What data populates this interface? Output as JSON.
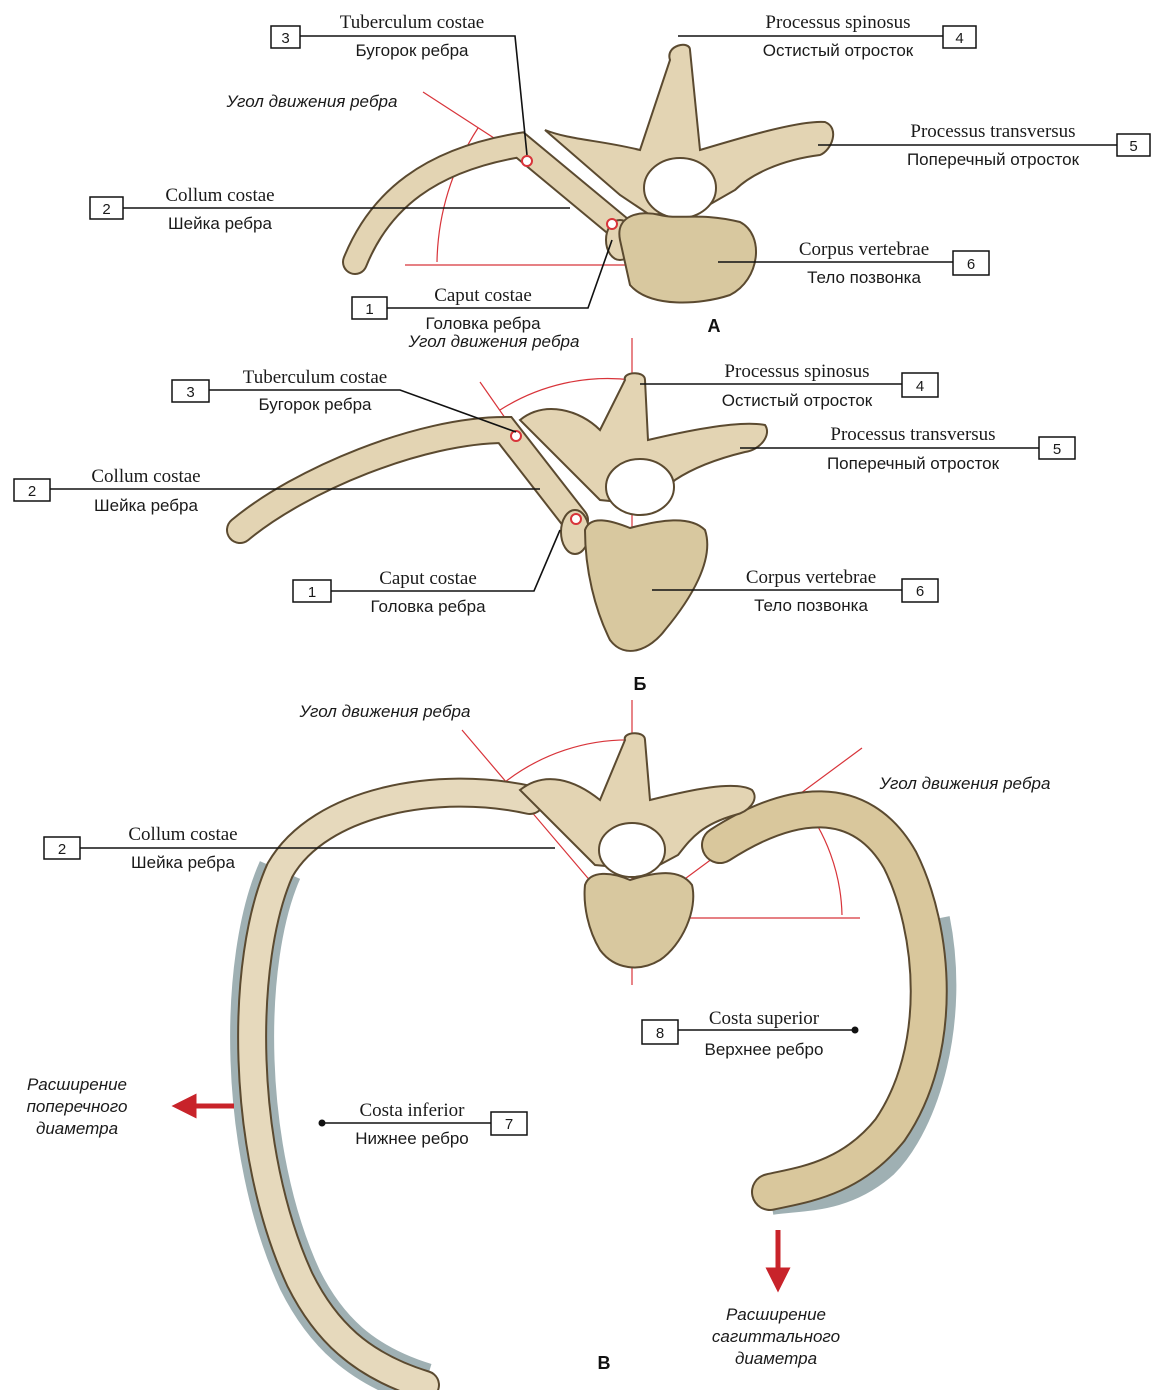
{
  "colors": {
    "bone": "#e3d4b3",
    "bone_outline": "#5b4a30",
    "cartilage": "#9fb0b3",
    "angle_lines": "#d8343a",
    "arrow": "#c8232a"
  },
  "panels": {
    "a": {
      "letter": "А",
      "angle_label": "Угол движения ребра",
      "labels": [
        {
          "num": "3",
          "lat": "Tuberculum costae",
          "rus": "Бугорок ребра"
        },
        {
          "num": "4",
          "lat": "Processus spinosus",
          "rus": "Остистый отросток"
        },
        {
          "num": "5",
          "lat": "Processus transversus",
          "rus": "Поперечный отросток"
        },
        {
          "num": "2",
          "lat": "Collum costae",
          "rus": "Шейка ребра"
        },
        {
          "num": "6",
          "lat": "Corpus vertebrae",
          "rus": "Тело позвонка"
        },
        {
          "num": "1",
          "lat": "Caput costae",
          "rus": "Головка ребра"
        }
      ]
    },
    "b": {
      "letter": "Б",
      "angle_label": "Угол движения ребра",
      "labels": [
        {
          "num": "3",
          "lat": "Tuberculum costae",
          "rus": "Бугорок ребра"
        },
        {
          "num": "4",
          "lat": "Processus spinosus",
          "rus": "Остистый отросток"
        },
        {
          "num": "5",
          "lat": "Processus transversus",
          "rus": "Поперечный отросток"
        },
        {
          "num": "2",
          "lat": "Collum costae",
          "rus": "Шейка ребра"
        },
        {
          "num": "1",
          "lat": "Caput costae",
          "rus": "Головка ребра"
        },
        {
          "num": "6",
          "lat": "Corpus vertebrae",
          "rus": "Тело позвонка"
        }
      ]
    },
    "c": {
      "letter": "В",
      "angle_label_left": "Угол движения ребра",
      "angle_label_right": "Угол движения ребра",
      "labels": [
        {
          "num": "2",
          "lat": "Collum costae",
          "rus": "Шейка ребра"
        },
        {
          "num": "8",
          "lat": "Costa superior",
          "rus": "Верхнее ребро"
        },
        {
          "num": "7",
          "lat": "Costa inferior",
          "rus": "Нижнее ребро"
        }
      ],
      "transverse_note": [
        "Расширение",
        "поперечного",
        "диаметра"
      ],
      "sagittal_note": [
        "Расширение",
        "сагиттального",
        "диаметра"
      ]
    }
  }
}
